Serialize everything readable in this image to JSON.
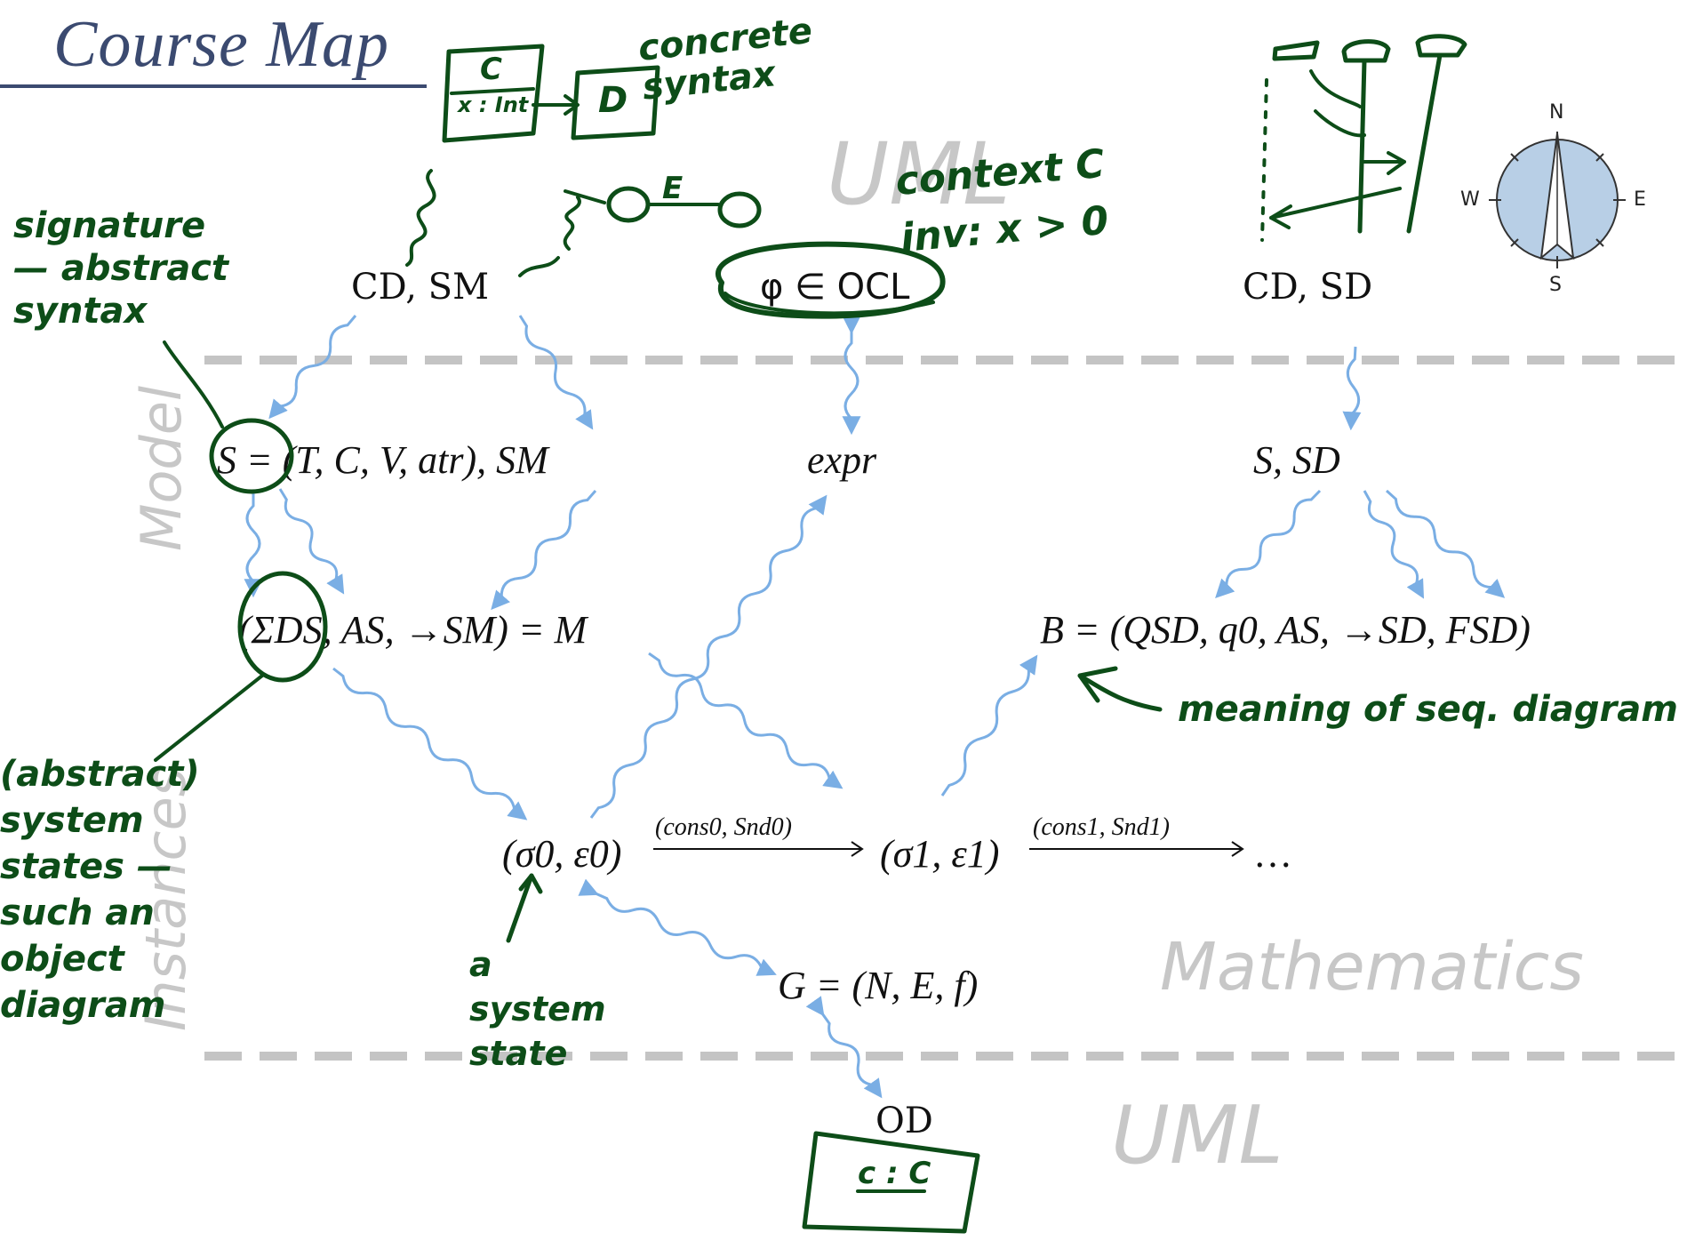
{
  "title": "Course Map",
  "regions": {
    "uml_top": "UML",
    "model": "Model",
    "instances": "Instances",
    "mathematics": "Mathematics",
    "uml_bottom": "UML"
  },
  "compass": {
    "n": "N",
    "e": "E",
    "s": "S",
    "w": "W"
  },
  "nodes": {
    "cd_sm": "CD, SM",
    "ocl": "φ ∈ OCL",
    "cd_sd": "CD, SD",
    "signature": "S = (T, C, V, atr), SM",
    "expr": "expr",
    "s_sd": "S, SD",
    "structure": "(ΣDS, AS, →SM) = M",
    "buchi": "B = (QSD, q0, AS, →SD, FSD)",
    "state0": "(σ0, ε0)",
    "state1": "(σ1, ε1)",
    "ellipsis": "…",
    "graph": "G = (N, E, f)",
    "od": "OD"
  },
  "edge_labels": {
    "t0": "(cons0, Snd0)",
    "t1": "(cons1, Snd1)"
  },
  "annotations": {
    "concrete_syntax": "concrete syntax",
    "signature_abstract": "signature — abstract syntax",
    "context_inv": "context C inv: x > 0",
    "meaning_sd": "meaning of seq. diagram",
    "abstract_states": "(abstract) system states — such an object diagram",
    "a_system_state": "a system state",
    "sketch_c": "C",
    "sketch_x": "x : Int",
    "sketch_d": "D",
    "sketch_e": "E",
    "sketch_od": "c : C"
  },
  "colors": {
    "title": "#3b4a70",
    "region_text": "#c7c7c7",
    "divider": "#c4c4c4",
    "arrow": "#7aaee4",
    "ink": "#0d4d18",
    "compass_fill": "#b8cfe6"
  }
}
